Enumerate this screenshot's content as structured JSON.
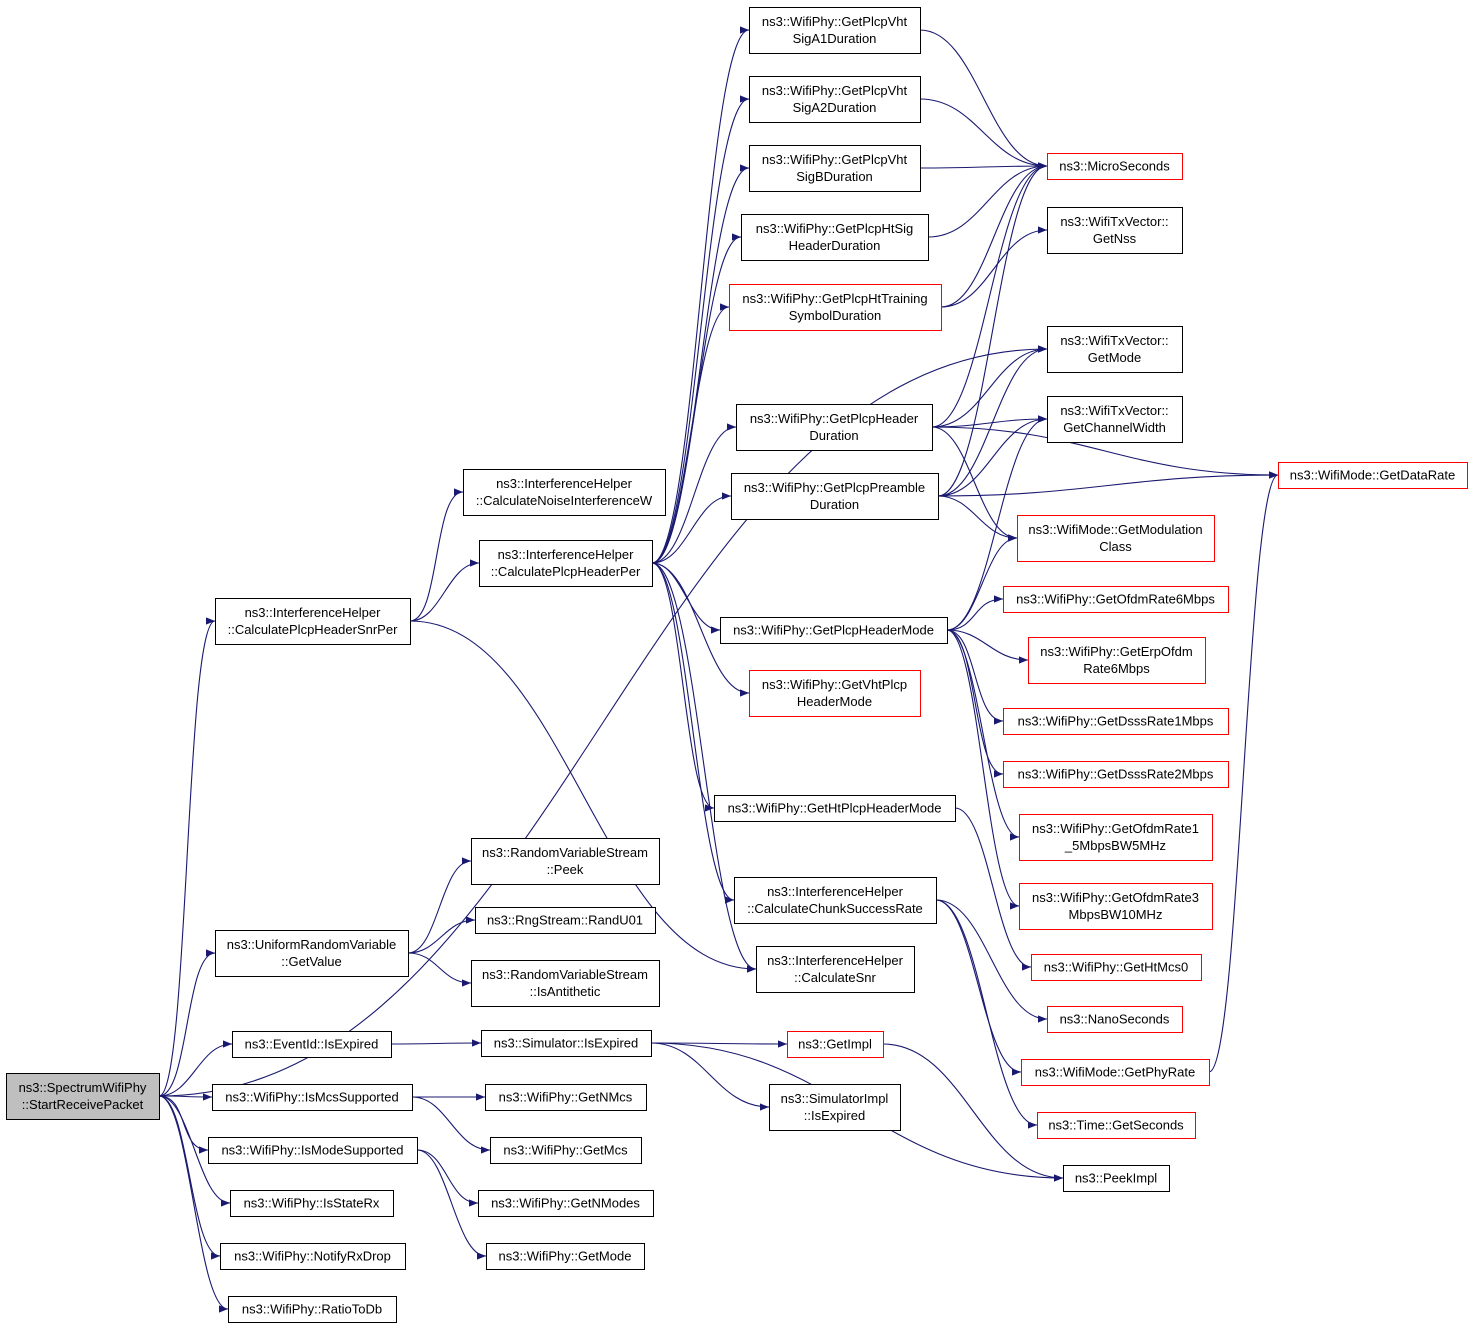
{
  "diagram": {
    "nodes": [
      {
        "id": "root",
        "lines": [
          "ns3::SpectrumWifiPhy",
          "::StartReceivePacket"
        ],
        "style": "root"
      },
      {
        "id": "snrper",
        "lines": [
          "ns3::InterferenceHelper",
          "::CalculatePlcpHeaderSnrPer"
        ],
        "style": "normal"
      },
      {
        "id": "getvalue",
        "lines": [
          "ns3::UniformRandomVariable",
          "::GetValue"
        ],
        "style": "normal"
      },
      {
        "id": "evexpired",
        "lines": [
          "ns3::EventId::IsExpired"
        ],
        "style": "normal"
      },
      {
        "id": "ismcs",
        "lines": [
          "ns3::WifiPhy::IsMcsSupported"
        ],
        "style": "normal"
      },
      {
        "id": "ismode",
        "lines": [
          "ns3::WifiPhy::IsModeSupported"
        ],
        "style": "normal"
      },
      {
        "id": "isstaterx",
        "lines": [
          "ns3::WifiPhy::IsStateRx"
        ],
        "style": "normal"
      },
      {
        "id": "notify",
        "lines": [
          "ns3::WifiPhy::NotifyRxDrop"
        ],
        "style": "normal"
      },
      {
        "id": "ratiodb",
        "lines": [
          "ns3::WifiPhy::RatioToDb"
        ],
        "style": "normal"
      },
      {
        "id": "calcnoise",
        "lines": [
          "ns3::InterferenceHelper",
          "::CalculateNoiseInterferenceW"
        ],
        "style": "normal"
      },
      {
        "id": "calcper",
        "lines": [
          "ns3::InterferenceHelper",
          "::CalculatePlcpHeaderPer"
        ],
        "style": "normal"
      },
      {
        "id": "peek",
        "lines": [
          "ns3::RandomVariableStream",
          "::Peek"
        ],
        "style": "normal"
      },
      {
        "id": "randu01",
        "lines": [
          "ns3::RngStream::RandU01"
        ],
        "style": "normal"
      },
      {
        "id": "isanti",
        "lines": [
          "ns3::RandomVariableStream",
          "::IsAntithetic"
        ],
        "style": "normal"
      },
      {
        "id": "simexpired",
        "lines": [
          "ns3::Simulator::IsExpired"
        ],
        "style": "normal"
      },
      {
        "id": "getnmcs",
        "lines": [
          "ns3::WifiPhy::GetNMcs"
        ],
        "style": "normal"
      },
      {
        "id": "getmcs",
        "lines": [
          "ns3::WifiPhy::GetMcs"
        ],
        "style": "normal"
      },
      {
        "id": "getnmodes",
        "lines": [
          "ns3::WifiPhy::GetNModes"
        ],
        "style": "normal"
      },
      {
        "id": "getmode",
        "lines": [
          "ns3::WifiPhy::GetMode"
        ],
        "style": "normal"
      },
      {
        "id": "sigA1",
        "lines": [
          "ns3::WifiPhy::GetPlcpVht",
          "SigA1Duration"
        ],
        "style": "normal"
      },
      {
        "id": "sigA2",
        "lines": [
          "ns3::WifiPhy::GetPlcpVht",
          "SigA2Duration"
        ],
        "style": "normal"
      },
      {
        "id": "sigB",
        "lines": [
          "ns3::WifiPhy::GetPlcpVht",
          "SigBDuration"
        ],
        "style": "normal"
      },
      {
        "id": "htsig",
        "lines": [
          "ns3::WifiPhy::GetPlcpHtSig",
          "HeaderDuration"
        ],
        "style": "normal"
      },
      {
        "id": "httrain",
        "lines": [
          "ns3::WifiPhy::GetPlcpHtTraining",
          "SymbolDuration"
        ],
        "style": "red"
      },
      {
        "id": "hdrdur",
        "lines": [
          "ns3::WifiPhy::GetPlcpHeader",
          "Duration"
        ],
        "style": "normal"
      },
      {
        "id": "predur",
        "lines": [
          "ns3::WifiPhy::GetPlcpPreamble",
          "Duration"
        ],
        "style": "normal"
      },
      {
        "id": "hdrmode",
        "lines": [
          "ns3::WifiPhy::GetPlcpHeaderMode"
        ],
        "style": "normal"
      },
      {
        "id": "vhtmode",
        "lines": [
          "ns3::WifiPhy::GetVhtPlcp",
          "HeaderMode"
        ],
        "style": "red"
      },
      {
        "id": "htmode",
        "lines": [
          "ns3::WifiPhy::GetHtPlcpHeaderMode"
        ],
        "style": "normal"
      },
      {
        "id": "chunk",
        "lines": [
          "ns3::InterferenceHelper",
          "::CalculateChunkSuccessRate"
        ],
        "style": "normal"
      },
      {
        "id": "calcsnr",
        "lines": [
          "ns3::InterferenceHelper",
          "::CalculateSnr"
        ],
        "style": "normal"
      },
      {
        "id": "getimpl",
        "lines": [
          "ns3::GetImpl"
        ],
        "style": "red"
      },
      {
        "id": "simimpl",
        "lines": [
          "ns3::SimulatorImpl",
          "::IsExpired"
        ],
        "style": "normal"
      },
      {
        "id": "micro",
        "lines": [
          "ns3::MicroSeconds"
        ],
        "style": "red"
      },
      {
        "id": "getnss",
        "lines": [
          "ns3::WifiTxVector::",
          "GetNss"
        ],
        "style": "normal"
      },
      {
        "id": "txmode",
        "lines": [
          "ns3::WifiTxVector::",
          "GetMode"
        ],
        "style": "normal"
      },
      {
        "id": "chwidth",
        "lines": [
          "ns3::WifiTxVector::",
          "GetChannelWidth"
        ],
        "style": "normal"
      },
      {
        "id": "modclass",
        "lines": [
          "ns3::WifiMode::GetModulation",
          "Class"
        ],
        "style": "red"
      },
      {
        "id": "ofdm6",
        "lines": [
          "ns3::WifiPhy::GetOfdmRate6Mbps"
        ],
        "style": "red"
      },
      {
        "id": "erp6",
        "lines": [
          "ns3::WifiPhy::GetErpOfdm",
          "Rate6Mbps"
        ],
        "style": "red"
      },
      {
        "id": "dsss1",
        "lines": [
          "ns3::WifiPhy::GetDsssRate1Mbps"
        ],
        "style": "red"
      },
      {
        "id": "dsss2",
        "lines": [
          "ns3::WifiPhy::GetDsssRate2Mbps"
        ],
        "style": "red"
      },
      {
        "id": "ofdm15",
        "lines": [
          "ns3::WifiPhy::GetOfdmRate1",
          "_5MbpsBW5MHz"
        ],
        "style": "red"
      },
      {
        "id": "ofdm3",
        "lines": [
          "ns3::WifiPhy::GetOfdmRate3",
          "MbpsBW10MHz"
        ],
        "style": "red"
      },
      {
        "id": "htmcs0",
        "lines": [
          "ns3::WifiPhy::GetHtMcs0"
        ],
        "style": "red"
      },
      {
        "id": "nano",
        "lines": [
          "ns3::NanoSeconds"
        ],
        "style": "red"
      },
      {
        "id": "phyrate",
        "lines": [
          "ns3::WifiMode::GetPhyRate"
        ],
        "style": "red"
      },
      {
        "id": "seconds",
        "lines": [
          "ns3::Time::GetSeconds"
        ],
        "style": "red"
      },
      {
        "id": "peekimpl",
        "lines": [
          "ns3::PeekImpl"
        ],
        "style": "normal"
      },
      {
        "id": "datarate",
        "lines": [
          "ns3::WifiMode::GetDataRate"
        ],
        "style": "red"
      }
    ],
    "edges": [
      {
        "from": "root",
        "to": "txmode"
      },
      {
        "from": "root",
        "to": "snrper"
      },
      {
        "from": "root",
        "to": "getvalue"
      },
      {
        "from": "root",
        "to": "evexpired"
      },
      {
        "from": "root",
        "to": "ismcs"
      },
      {
        "from": "root",
        "to": "ismode"
      },
      {
        "from": "root",
        "to": "isstaterx"
      },
      {
        "from": "root",
        "to": "notify"
      },
      {
        "from": "root",
        "to": "ratiodb"
      },
      {
        "from": "snrper",
        "to": "calcnoise"
      },
      {
        "from": "snrper",
        "to": "calcper"
      },
      {
        "from": "snrper",
        "to": "calcsnr"
      },
      {
        "from": "getvalue",
        "to": "peek"
      },
      {
        "from": "getvalue",
        "to": "randu01"
      },
      {
        "from": "getvalue",
        "to": "isanti"
      },
      {
        "from": "evexpired",
        "to": "simexpired"
      },
      {
        "from": "simexpired",
        "to": "getimpl"
      },
      {
        "from": "simexpired",
        "to": "simimpl"
      },
      {
        "from": "simexpired",
        "to": "peekimpl"
      },
      {
        "from": "getimpl",
        "to": "peekimpl"
      },
      {
        "from": "ismcs",
        "to": "getnmcs"
      },
      {
        "from": "ismcs",
        "to": "getmcs"
      },
      {
        "from": "ismode",
        "to": "getnmodes"
      },
      {
        "from": "ismode",
        "to": "getmode"
      },
      {
        "from": "calcper",
        "to": "sigA1"
      },
      {
        "from": "calcper",
        "to": "sigA2"
      },
      {
        "from": "calcper",
        "to": "sigB"
      },
      {
        "from": "calcper",
        "to": "htsig"
      },
      {
        "from": "calcper",
        "to": "httrain"
      },
      {
        "from": "calcper",
        "to": "hdrdur"
      },
      {
        "from": "calcper",
        "to": "predur"
      },
      {
        "from": "calcper",
        "to": "hdrmode"
      },
      {
        "from": "calcper",
        "to": "vhtmode"
      },
      {
        "from": "calcper",
        "to": "htmode"
      },
      {
        "from": "calcper",
        "to": "chunk"
      },
      {
        "from": "calcper",
        "to": "calcsnr"
      },
      {
        "from": "sigA1",
        "to": "micro"
      },
      {
        "from": "sigA2",
        "to": "micro"
      },
      {
        "from": "sigB",
        "to": "micro"
      },
      {
        "from": "htsig",
        "to": "micro"
      },
      {
        "from": "httrain",
        "to": "micro"
      },
      {
        "from": "httrain",
        "to": "getnss"
      },
      {
        "from": "hdrdur",
        "to": "micro"
      },
      {
        "from": "hdrdur",
        "to": "txmode"
      },
      {
        "from": "hdrdur",
        "to": "chwidth"
      },
      {
        "from": "hdrdur",
        "to": "modclass"
      },
      {
        "from": "hdrdur",
        "to": "datarate"
      },
      {
        "from": "predur",
        "to": "micro"
      },
      {
        "from": "predur",
        "to": "txmode"
      },
      {
        "from": "predur",
        "to": "chwidth"
      },
      {
        "from": "predur",
        "to": "modclass"
      },
      {
        "from": "predur",
        "to": "datarate"
      },
      {
        "from": "hdrmode",
        "to": "chwidth"
      },
      {
        "from": "hdrmode",
        "to": "modclass"
      },
      {
        "from": "hdrmode",
        "to": "ofdm6"
      },
      {
        "from": "hdrmode",
        "to": "erp6"
      },
      {
        "from": "hdrmode",
        "to": "dsss1"
      },
      {
        "from": "hdrmode",
        "to": "dsss2"
      },
      {
        "from": "hdrmode",
        "to": "ofdm15"
      },
      {
        "from": "hdrmode",
        "to": "ofdm3"
      },
      {
        "from": "htmode",
        "to": "htmcs0"
      },
      {
        "from": "chunk",
        "to": "nano"
      },
      {
        "from": "chunk",
        "to": "phyrate"
      },
      {
        "from": "chunk",
        "to": "seconds"
      },
      {
        "from": "phyrate",
        "to": "datarate"
      }
    ]
  }
}
